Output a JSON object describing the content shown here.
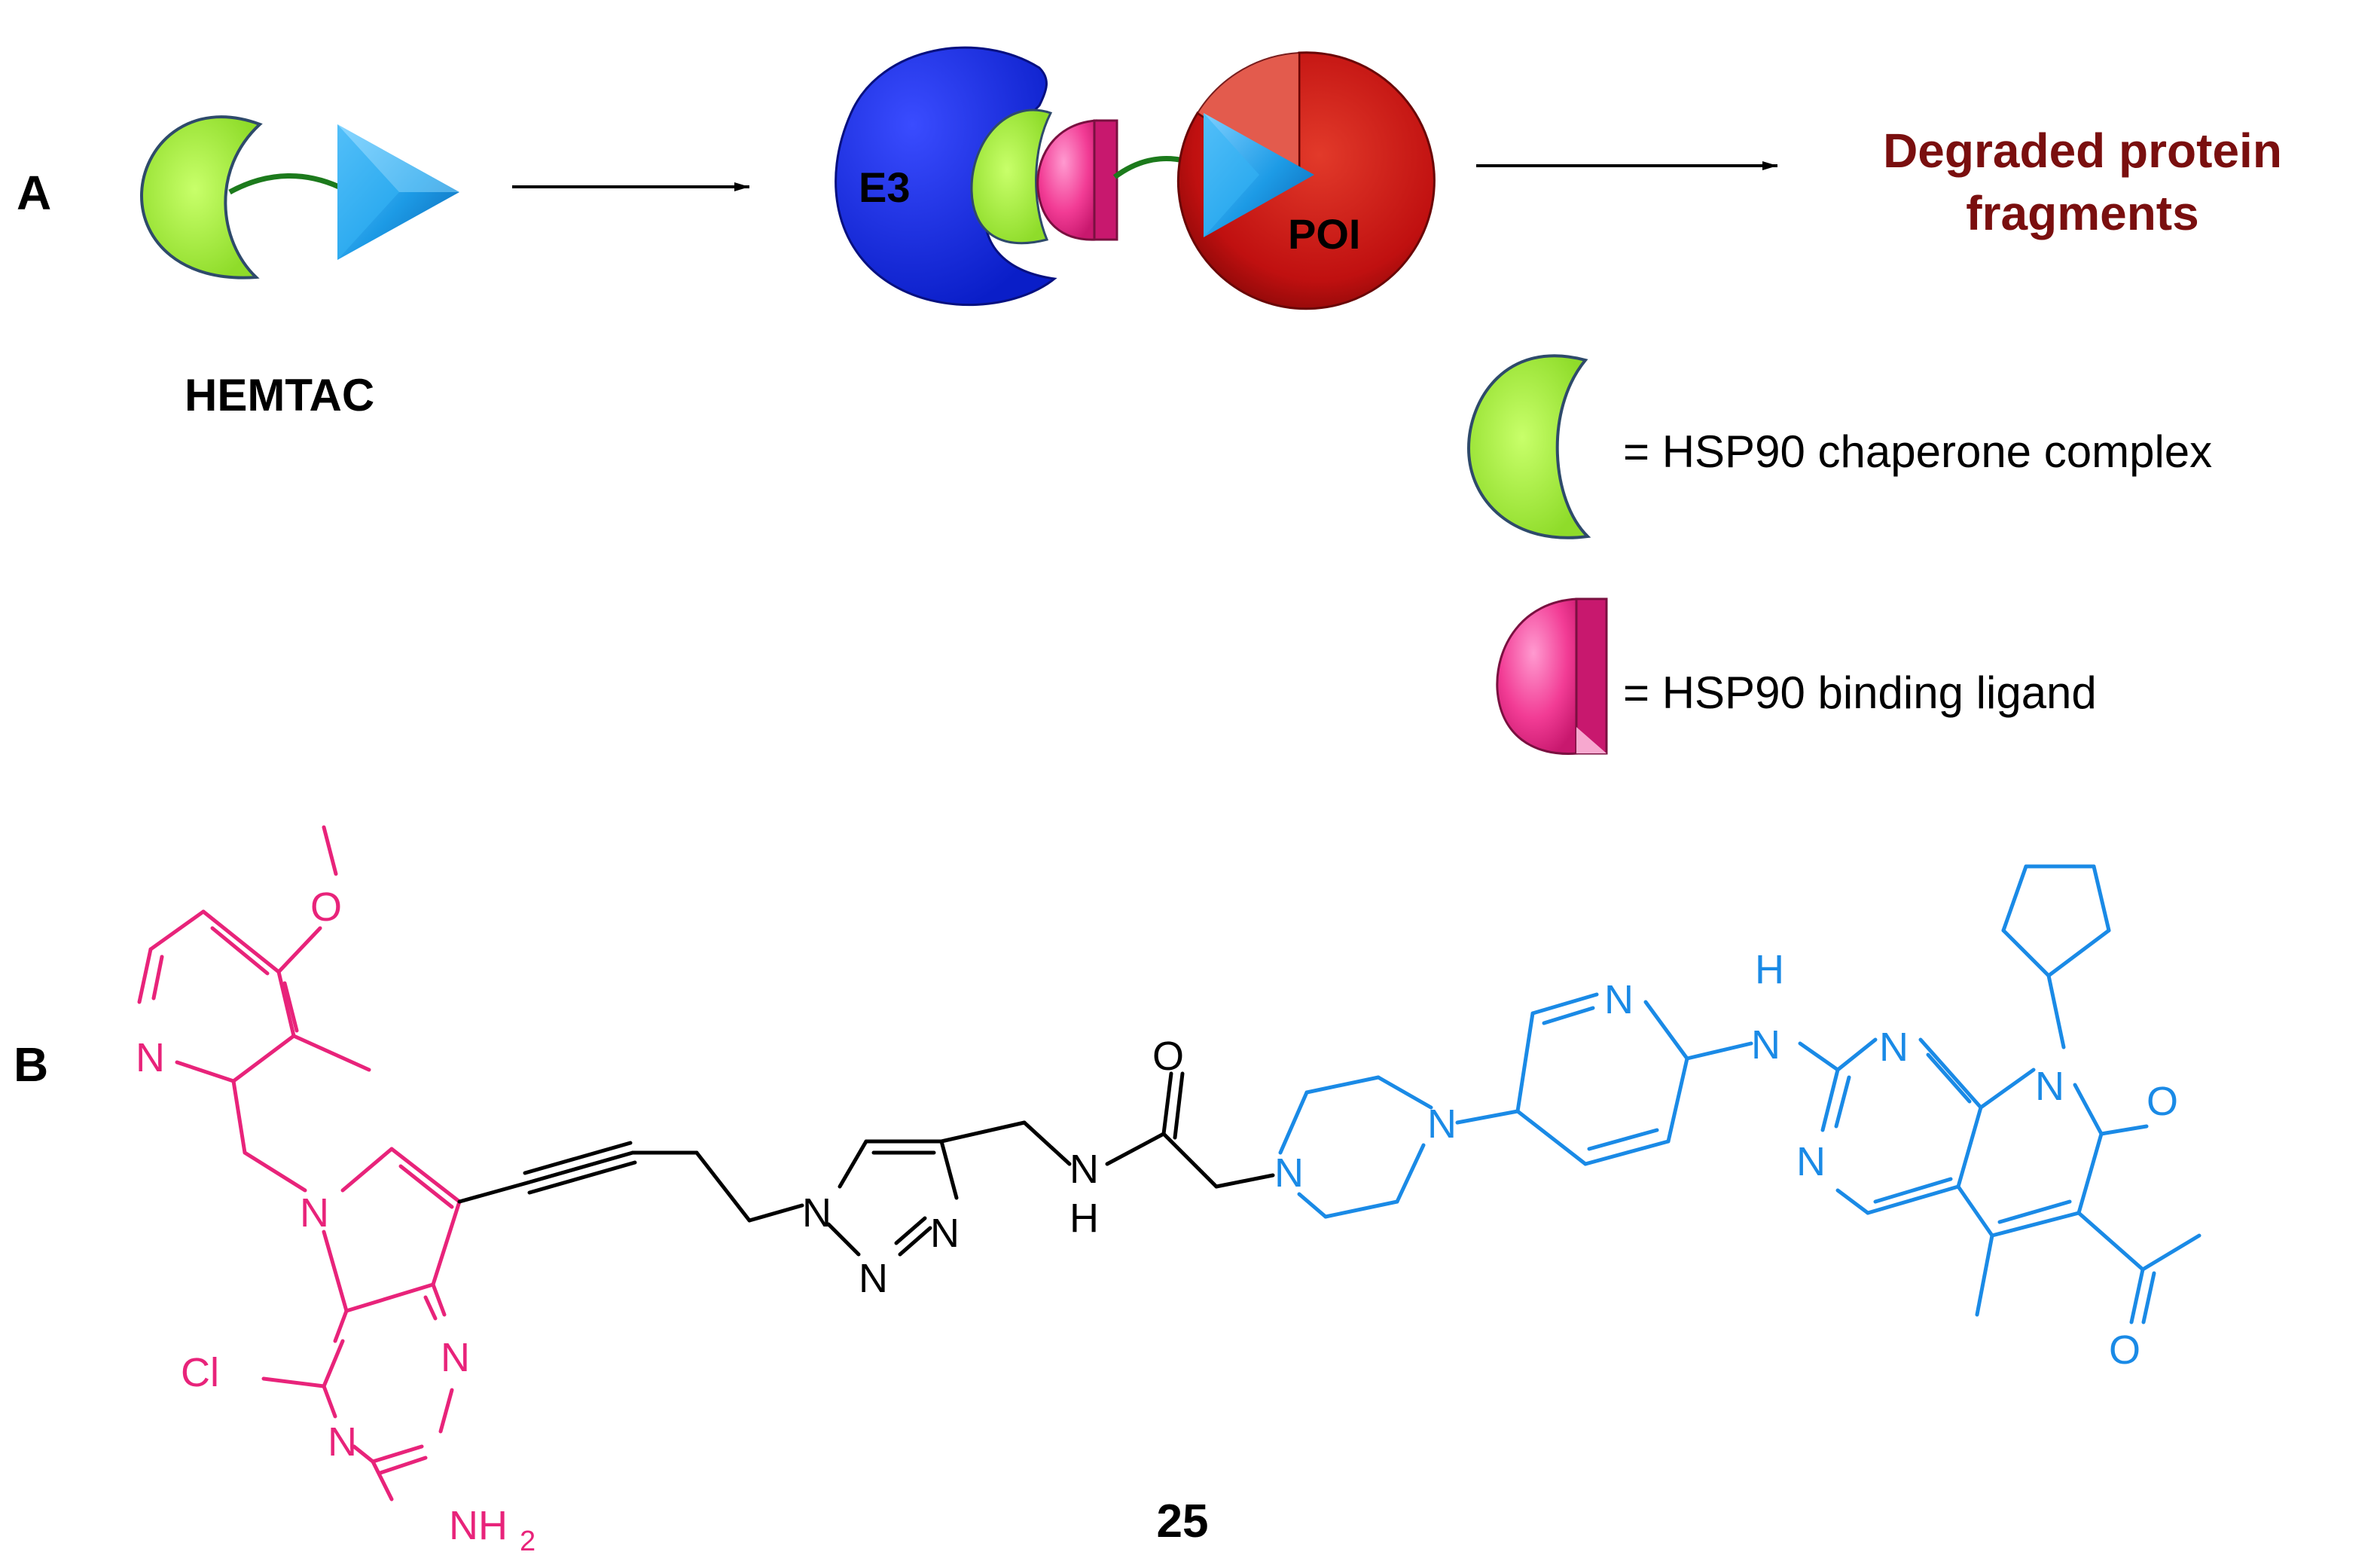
{
  "panel_a": {
    "label": "A",
    "hemtac_label": "HEMTAC",
    "e3_label": "E3",
    "poi_label": "POI",
    "result_line1": "Degraded protein",
    "result_line2": "fragments",
    "result_color": "#7a0f0f",
    "legend": [
      {
        "icon": "green-crescent-icon",
        "text": "= HSP90 chaperone complex"
      },
      {
        "icon": "pink-half-disc-icon",
        "text": "= HSP90 binding ligand"
      }
    ]
  },
  "panel_b": {
    "label": "B",
    "compound_number": "25",
    "atoms": {
      "o_methoxy": "O",
      "n_pyridine_left": "N",
      "n_pyrrole": "N",
      "cl": "Cl",
      "n_pyrimidine_1": "N",
      "n_pyrimidine_2": "N",
      "nh2": "NH",
      "nh2_sub": "2",
      "n_triazole_1": "N",
      "n_triazole_2": "N",
      "n_triazole_3": "N",
      "nh_amide_n": "N",
      "nh_amide_h": "H",
      "o_amide": "O",
      "n_pip_1": "N",
      "n_pip_2": "N",
      "n_pyr_right": "N",
      "nh_link_n": "N",
      "nh_link_h": "H",
      "n_pd_1": "N",
      "n_pd_2": "N",
      "n_pd_3": "N",
      "o_lactam": "O",
      "o_acetyl": "O"
    },
    "colors": {
      "hsp90_ligand": "#e8237a",
      "linker": "#000000",
      "poi_ligand": "#1a8ae6"
    }
  }
}
